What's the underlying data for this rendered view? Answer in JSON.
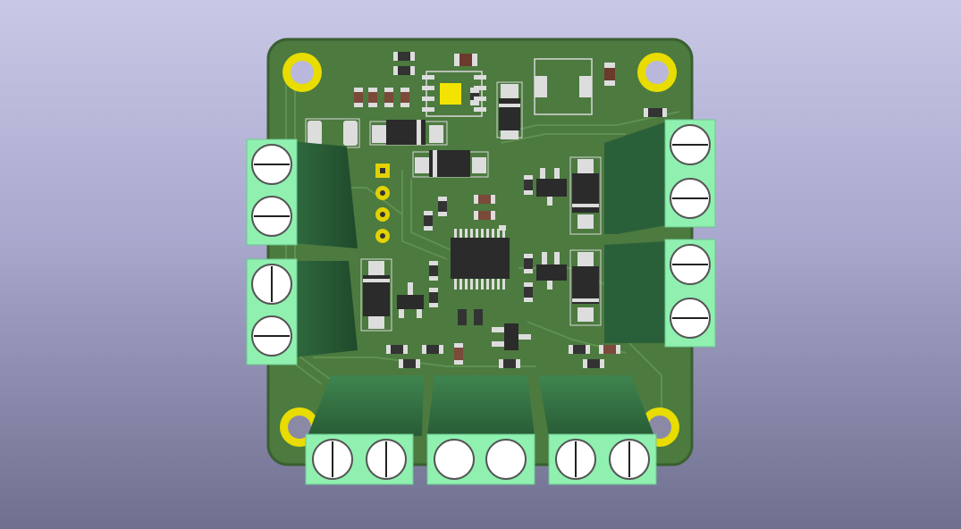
{
  "viewer": {
    "background_top": "#c9c8e6",
    "background_bottom": "#6f6f8f"
  },
  "board": {
    "pcb_color": "#4c7a3f",
    "pcb_edge_color": "#3a5f30",
    "trace_color": "#5d8f4d",
    "pad_gold": "#e6d400",
    "terminal_block_color": "#2f6a3f",
    "terminal_face_color": "#8ff0b0",
    "mounting_holes": 4,
    "terminal_blocks": 7,
    "header_pins": 4
  }
}
